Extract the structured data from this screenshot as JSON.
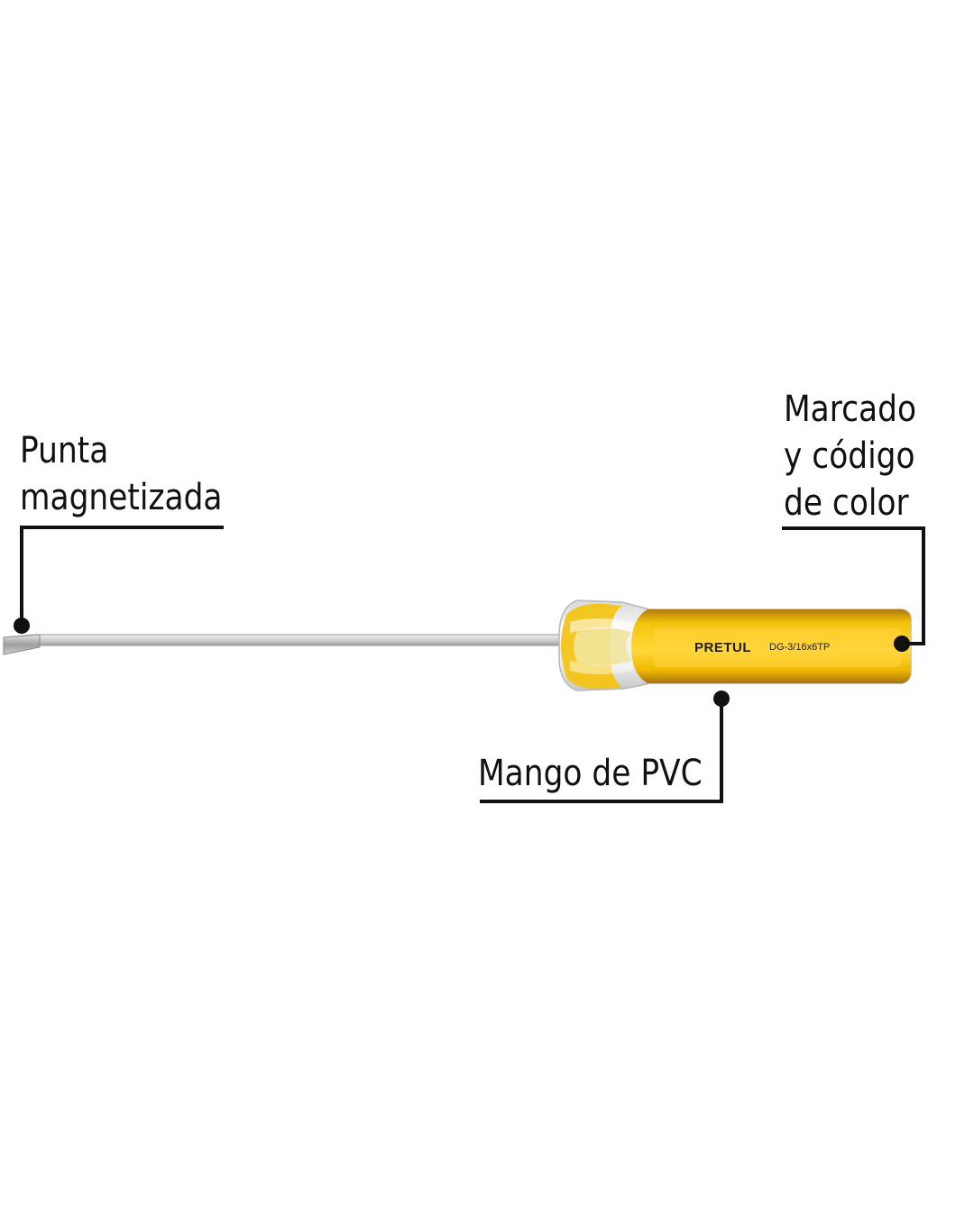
{
  "labels": {
    "tip": {
      "line1": "Punta",
      "line2": "magnetizada"
    },
    "marking": {
      "line1": "Marcado",
      "line2": "y código",
      "line3": "de color"
    },
    "handle": {
      "line1": "Mango de PVC"
    }
  },
  "screwdriver": {
    "brand": "PRETUL",
    "model": "DG-3/16x6TP"
  },
  "colors": {
    "handle_yellow": "#f2c200",
    "handle_dark": "#b98a12",
    "leader": "#111111",
    "shaft": "#c9c9c9"
  }
}
